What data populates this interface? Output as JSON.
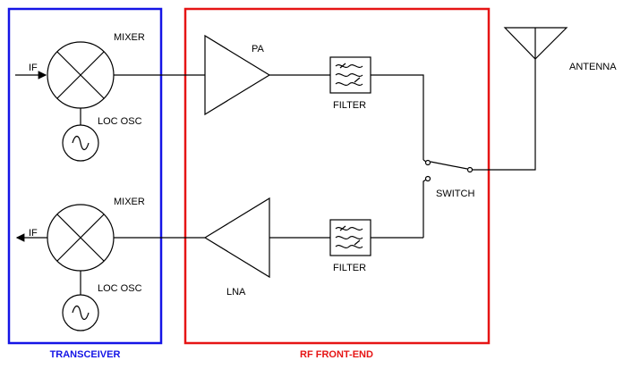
{
  "colors": {
    "transceiver": "#1414e6",
    "rf_front_end": "#e61414",
    "line": "#000000"
  },
  "icons": {
    "mixer": "mixer-icon",
    "oscillator": "oscillator-icon",
    "amplifier": "amplifier-icon",
    "filter": "filter-icon",
    "switch": "switch-icon",
    "antenna": "antenna-icon"
  },
  "labels": {
    "mixer_top": "MIXER",
    "mixer_bottom": "MIXER",
    "if_in": "IF",
    "if_out": "IF",
    "locosc_top": "LOC OSC",
    "locosc_bottom": "LOC OSC",
    "pa": "PA",
    "lna": "LNA",
    "filter_top": "FILTER",
    "filter_bottom": "FILTER",
    "switch": "SWITCH",
    "antenna": "ANTENNA",
    "transceiver": "TRANSCEIVER",
    "rf_front_end": "RF FRONT-END"
  }
}
